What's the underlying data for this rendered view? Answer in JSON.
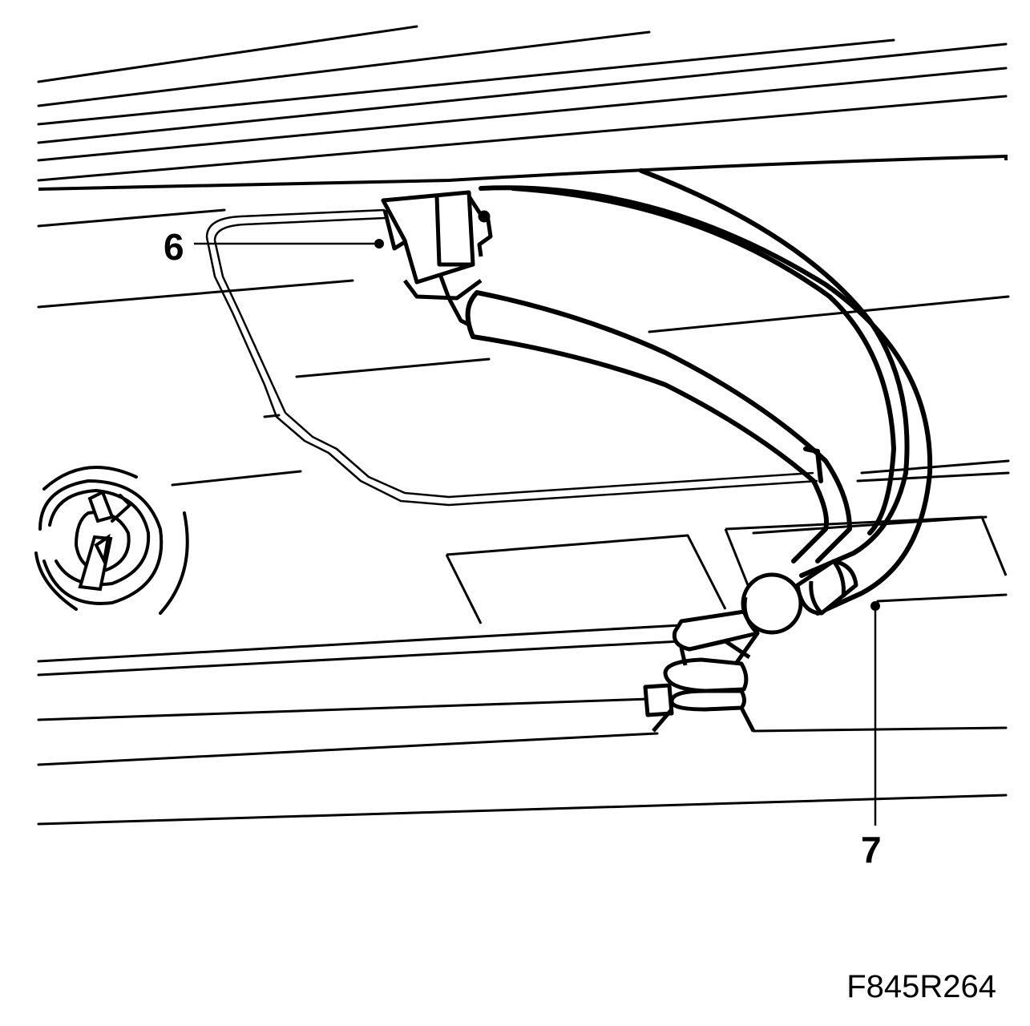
{
  "callouts": {
    "item_6": "6",
    "item_7": "7"
  },
  "figure_code": "F845R264",
  "colors": {
    "line": "#000000",
    "background": "#ffffff"
  }
}
